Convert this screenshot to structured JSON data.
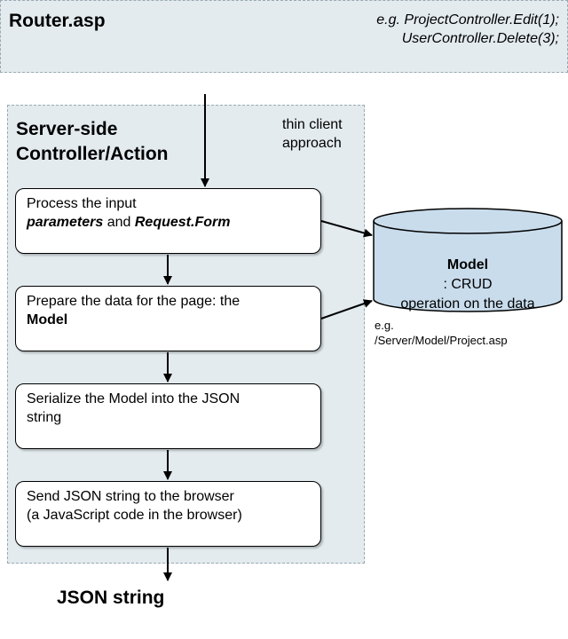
{
  "router": {
    "title": "Router.asp",
    "example_line1": "e.g. ProjectController.Edit(1);",
    "example_line2": "UserController.Delete(3);"
  },
  "controller": {
    "title_line1": "Server-side",
    "title_line2": "Controller/Action",
    "note_line1": "thin client",
    "note_line2": "approach"
  },
  "steps": [
    {
      "line1_prefix": "Process the input",
      "line2_bold1": "parameters",
      "line2_mid": " and ",
      "line2_bold2": "Request.Form"
    },
    {
      "line1": "Prepare the data for the page: the",
      "line2_bold": "Model"
    },
    {
      "line1": "Serialize the Model into the JSON",
      "line2": "string"
    },
    {
      "line1": "Send JSON string to the browser",
      "line2": "(a JavaScript code in the browser)"
    }
  ],
  "database": {
    "label_bold": "Model",
    "label_rest": ": CRUD",
    "label_line2": "operation on the data",
    "example_line1": "e.g.",
    "example_line2": "/Server/Model/Project.asp"
  },
  "output": {
    "label": "JSON string"
  },
  "colors": {
    "panel_fill": "#e3ebef",
    "db_fill": "#c9dcec"
  }
}
